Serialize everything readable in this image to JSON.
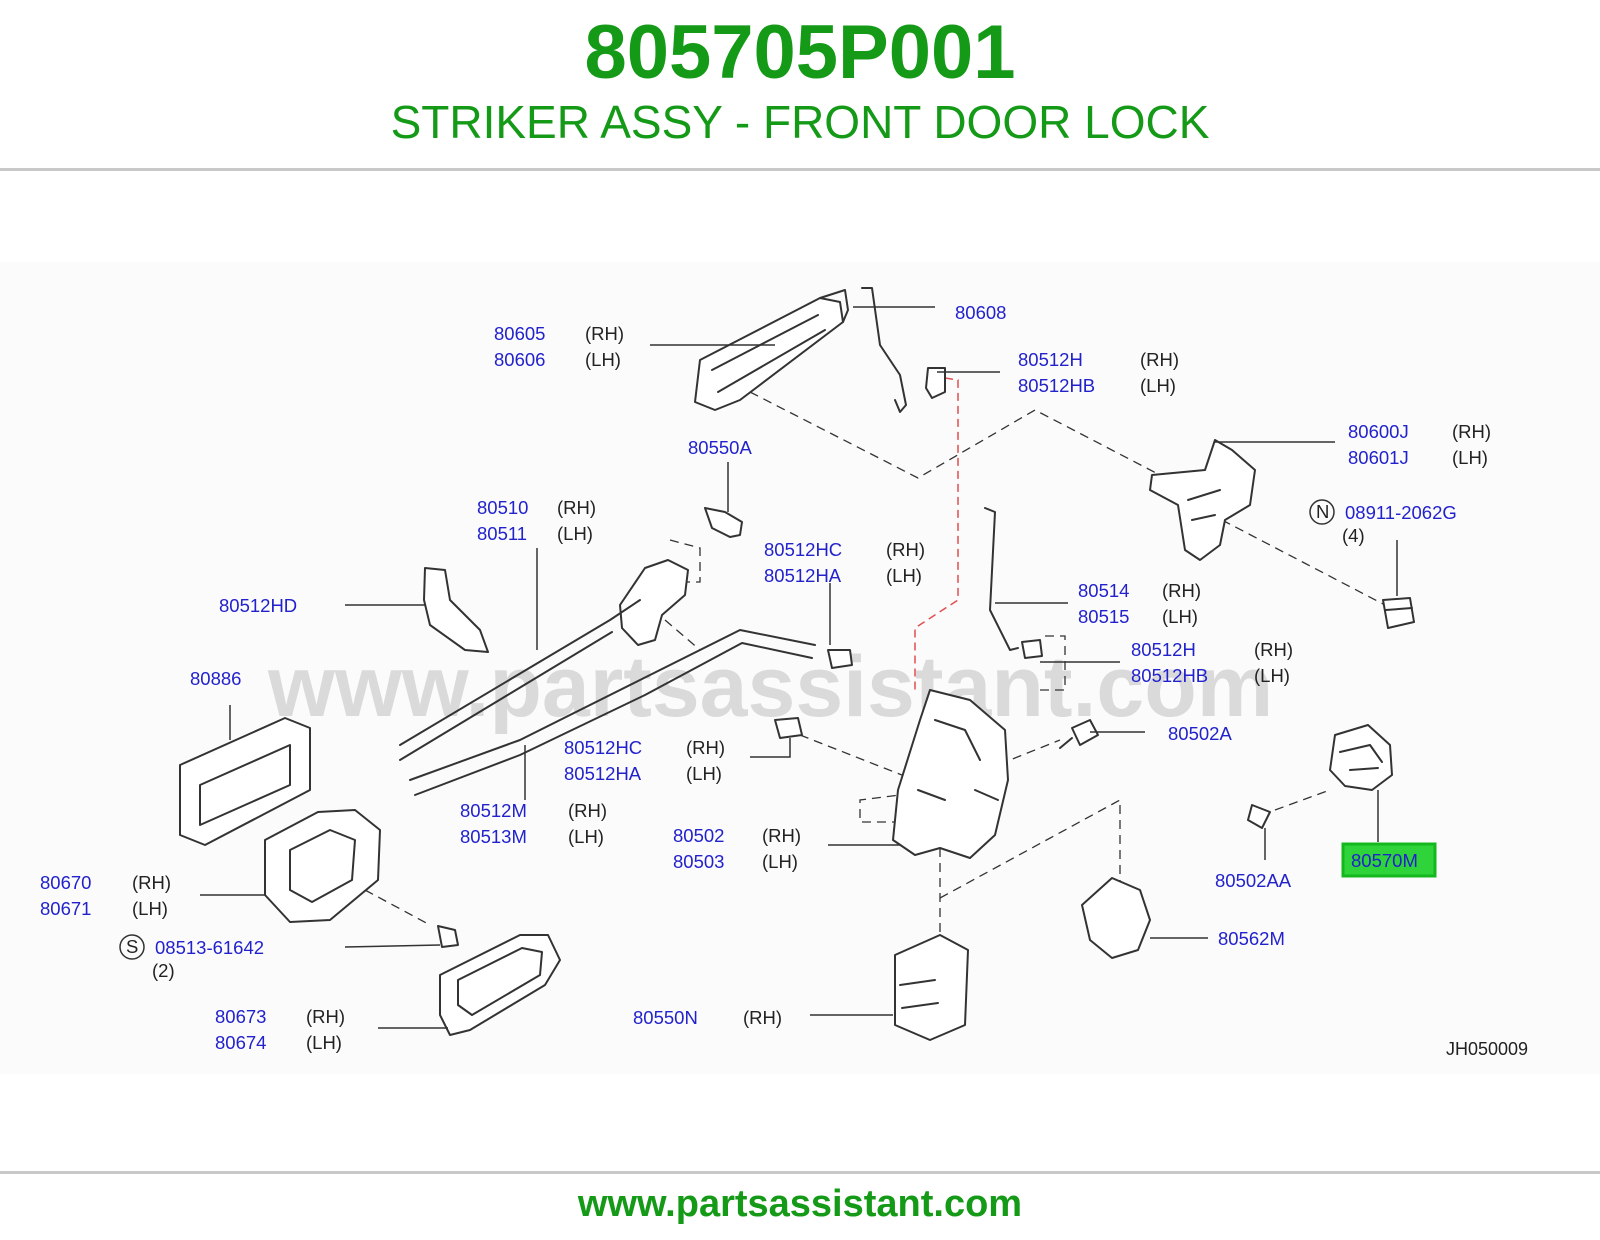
{
  "header": {
    "part_number": "805705P001",
    "part_title": "STRIKER ASSY - FRONT DOOR LOCK"
  },
  "watermark": "www.partsassistant.com",
  "diagram_code": "JH050009",
  "footer": {
    "url": "www.partsassistant.com"
  },
  "colors": {
    "brand_green": "#159a18",
    "label_blue": "#2222cc",
    "highlight_fill": "#2fd43a",
    "highlight_border": "#14b81e"
  },
  "callouts": {
    "c80608": {
      "number": "80608"
    },
    "c80605": {
      "number": "80605",
      "side": "(RH)"
    },
    "c80606": {
      "number": "80606",
      "side": "(LH)"
    },
    "c80512h_top": {
      "number": "80512H",
      "side": "(RH)"
    },
    "c80512hb_top": {
      "number": "80512HB",
      "side": "(LH)"
    },
    "c80600j": {
      "number": "80600J",
      "side": "(RH)"
    },
    "c80601j": {
      "number": "80601J",
      "side": "(LH)"
    },
    "c80550a": {
      "number": "80550A"
    },
    "c08911": {
      "symbol": "N",
      "number": "08911-2062G",
      "qty": "(4)"
    },
    "c80510": {
      "number": "80510",
      "side": "(RH)"
    },
    "c80511": {
      "number": "80511",
      "side": "(LH)"
    },
    "c80512hc_top": {
      "number": "80512HC",
      "side": "(RH)"
    },
    "c80512ha_top": {
      "number": "80512HA",
      "side": "(LH)"
    },
    "c80512hd": {
      "number": "80512HD"
    },
    "c80514": {
      "number": "80514",
      "side": "(RH)"
    },
    "c80515": {
      "number": "80515",
      "side": "(LH)"
    },
    "c80512h_mid": {
      "number": "80512H",
      "side": "(RH)"
    },
    "c80512hb_mid": {
      "number": "80512HB",
      "side": "(LH)"
    },
    "c80886": {
      "number": "80886"
    },
    "c80502a": {
      "number": "80502A"
    },
    "c80512hc_low": {
      "number": "80512HC",
      "side": "(RH)"
    },
    "c80512ha_low": {
      "number": "80512HA",
      "side": "(LH)"
    },
    "c80512m": {
      "number": "80512M",
      "side": "(RH)"
    },
    "c80513m": {
      "number": "80513M",
      "side": "(LH)"
    },
    "c80502": {
      "number": "80502",
      "side": "(RH)"
    },
    "c80503": {
      "number": "80503",
      "side": "(LH)"
    },
    "c80570m": {
      "number": "80570M",
      "highlighted": true
    },
    "c80670": {
      "number": "80670",
      "side": "(RH)"
    },
    "c80671": {
      "number": "80671",
      "side": "(LH)"
    },
    "c80502aa": {
      "number": "80502AA"
    },
    "c08513": {
      "symbol": "S",
      "number": "08513-61642",
      "qty": "(2)"
    },
    "c80562m": {
      "number": "80562M"
    },
    "c80673": {
      "number": "80673",
      "side": "(RH)"
    },
    "c80674": {
      "number": "80674",
      "side": "(LH)"
    },
    "c80550n": {
      "number": "80550N",
      "side": "(RH)"
    }
  }
}
